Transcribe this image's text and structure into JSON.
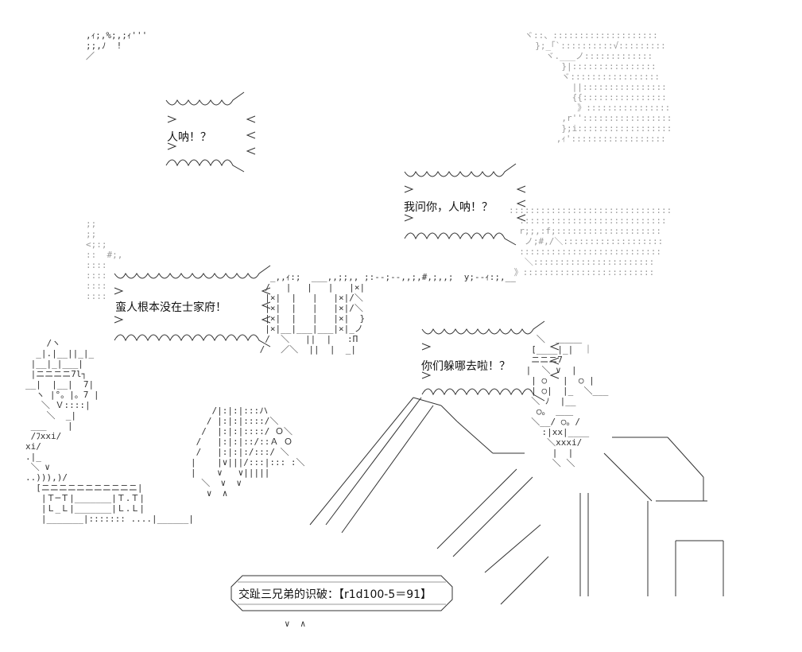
{
  "dialogue": {
    "bubble1": "人呐！？",
    "bubble2": "我问你，人呐！？",
    "bubble3": "蛮人根本没在士家府！",
    "bubble4": "你们躲哪去啦！？"
  },
  "result": {
    "label": "交趾三兄弟的识破：",
    "roll": "【r1d100-5＝91】"
  },
  "art": {
    "top_left": ",ｨ;,%;,;ｨ'''\n;;,ﾉ  !\n／",
    "mist": "ヾ::、::::::::::::::::::::\n  };_｢`::::::::::√:::::::::\n    ヾ.___ノ:::::::::::::\n       }|::::::::::::::::\n       ヾ:::::::::::::::::\n         ||::::::::::::::::\n         {{::::::::::::::::\n          》::::::::::::::::\n       ,r'':::::::::::::::::\n       };i::::::::::::::::::\n      ,ｨ'::::::::::::::::::",
    "left_dots": ";;\n;;\n<;:;\n::  #;,\n::::\n::::\n::::\n::::",
    "left_castle": "    /ヽ\n  _|.|__||_|_\n |__|_|___|\n |ニニニニ7l┐\n__|  |__|  7|\n  ヽ |°。|。7 |\n   ＼ Ｖ::::|\n    ＼  _|\n ___    |\n /ﾌxxi/\nxi/\n.|_\n ＼ ∨\n..))),)/\n  [ニニニニニニニニニニニ|\n   |Ｔ─Ｔ|_______|Ｔ.Ｔ|\n   |Ｌ_Ｌ|_______|Ｌ.Ｌ|\n   |_______|::::::: ....|______|",
    "center_gate": "   _,,ｨ:;  ___,,;;,, ;:--;--,,;,#,;,,;  y;--ｨ:;,__\n  /   |   |   |   |×|\n  |×|  |   |   |×|/＼\n  |×|  |   |   |×|/＼\n  |×|  |   |   |×|  }\n  |×|__|___|___|×|_ノ\n  /  ＼   ||  |   :П\n /   ／＼  ||  |  _|",
    "center_house": "    /|:|:|:::ハ\n   / |:|:|::::/＼ \n  /  |:|:|::::/ Ｏ＼\n /   |:|:|::/::Ａ Ｏ\n /   |:|:|:/:::/ ＼\n|    |∨|||/:::|::: :＼\n|    ∨   ∨|||||\n  ＼  ∨  ∨\n   ∨  ∧",
    "right_house": "   ＼  ＿＿＿ \n  [____|_|  ｜\n  ニニニ7\n |  ＼ ∨  |\n  | ○   |  ○ |\n  | ○|  |_  ＼___\n  ＼ ﾉ  |__ \n   ○。 ＿＿\n  ＼__/ ○。/\n    :|xx|____\n     ＼xxxi/\n      |  |\n      ＼ ＼",
    "bottom_marks": "∨  ∧"
  }
}
